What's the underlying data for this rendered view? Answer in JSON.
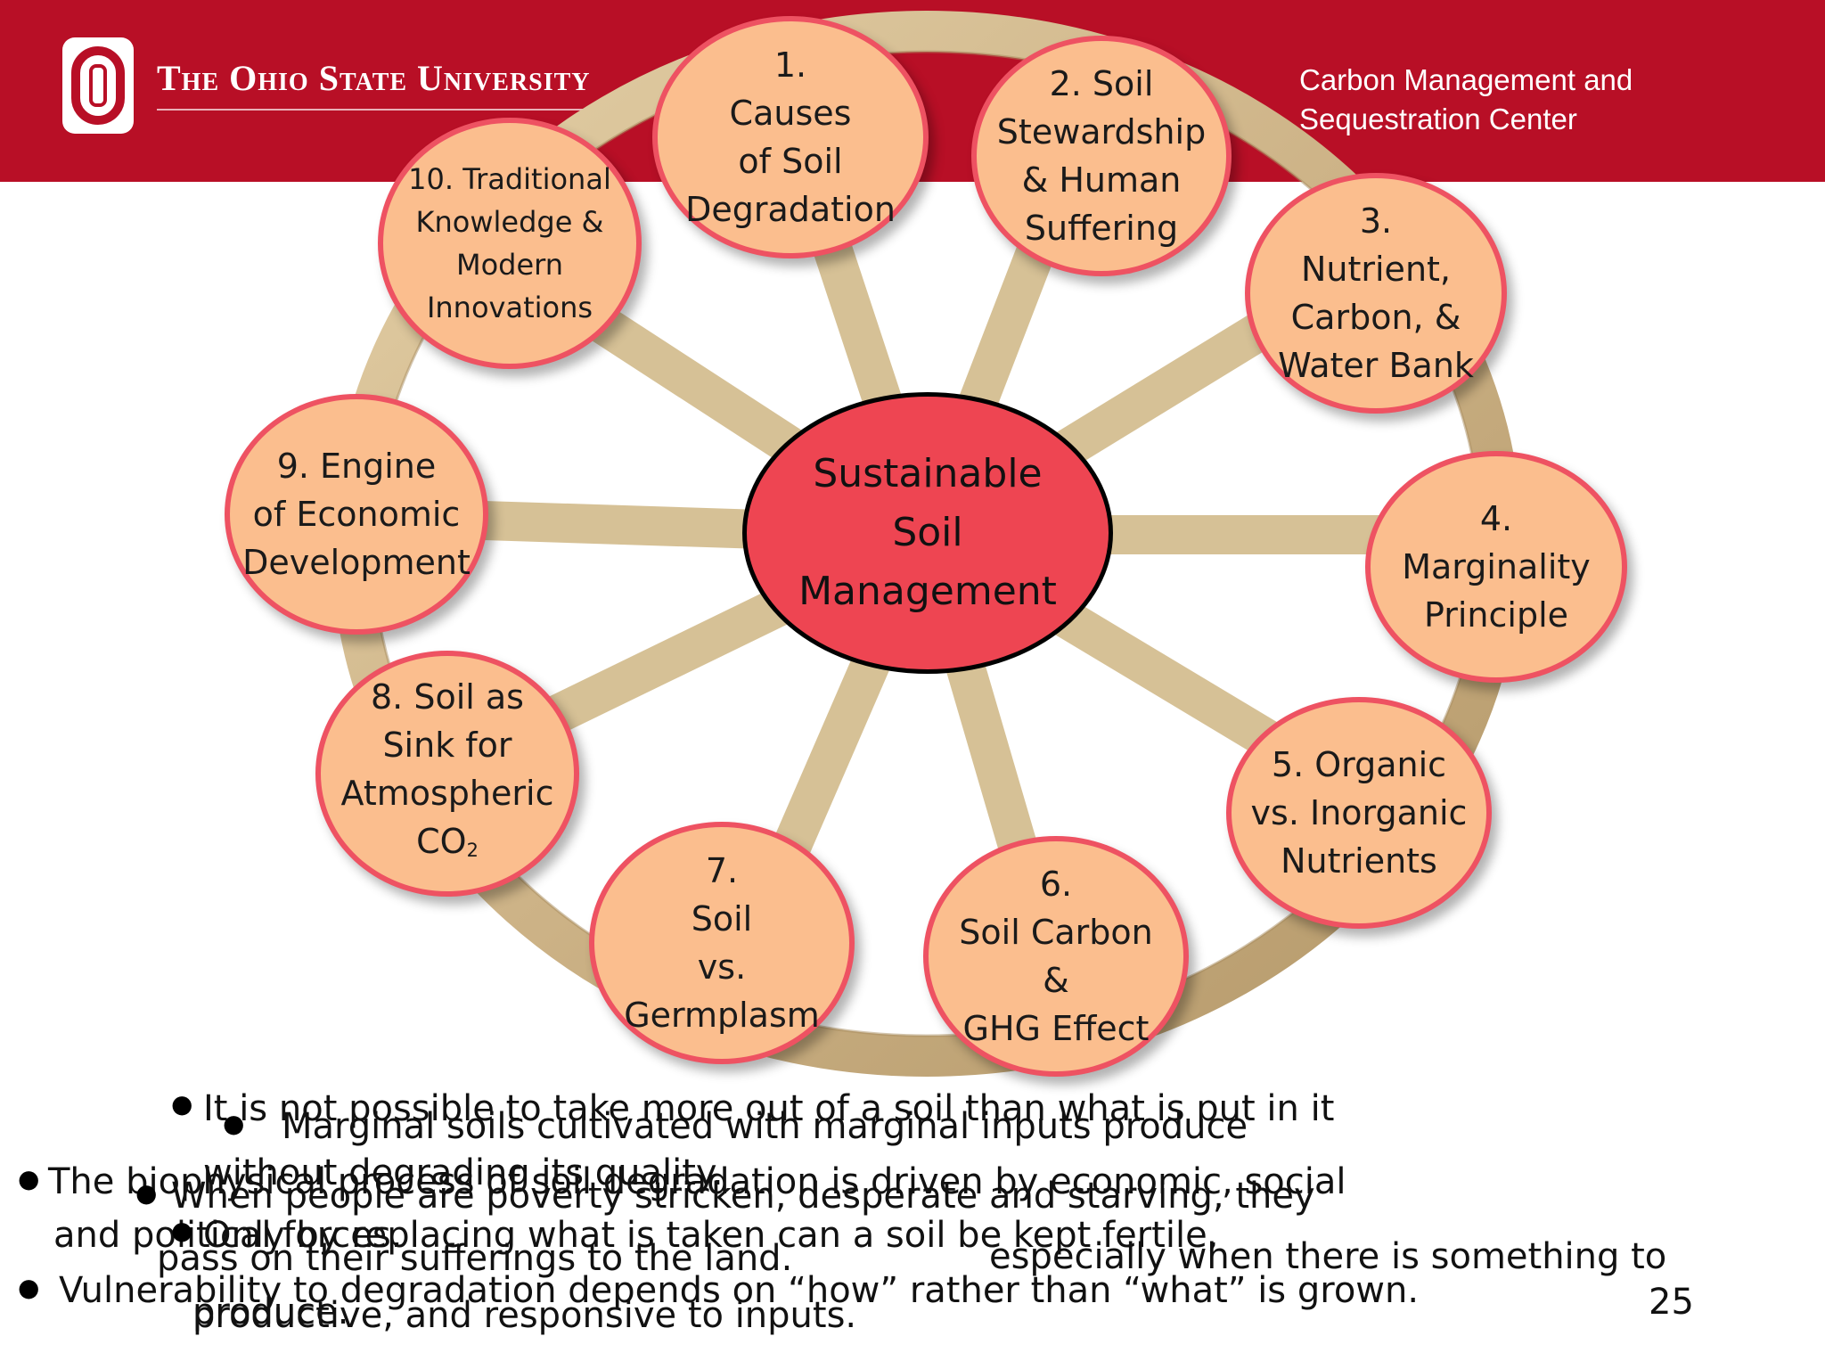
{
  "header": {
    "university": "The Ohio State University",
    "center_line1": "Carbon Management and",
    "center_line2": "Sequestration Center",
    "brand_color": "#b80f26"
  },
  "diagram": {
    "hub": "Sustainable\nSoil\nManagement",
    "nodes": [
      {
        "id": 1,
        "label": "1.\nCauses\nof Soil\nDegradation"
      },
      {
        "id": 2,
        "label": "2. Soil\nStewardship\n& Human\nSuffering"
      },
      {
        "id": 3,
        "label": "3.\nNutrient,\nCarbon, &\nWater Bank"
      },
      {
        "id": 4,
        "label": "4.\nMarginality\nPrinciple"
      },
      {
        "id": 5,
        "label": "5. Organic\nvs. Inorganic\nNutrients"
      },
      {
        "id": 6,
        "label": "6.\nSoil Carbon\n&\nGHG Effect"
      },
      {
        "id": 7,
        "label": "7.\nSoil\nvs.\nGermplasm"
      },
      {
        "id": 8,
        "label": "8. Soil as\nSink for\nAtmospheric\nCO",
        "sub": "2"
      },
      {
        "id": 9,
        "label": "9. Engine\nof Economic\nDevelopment"
      },
      {
        "id": 10,
        "label": "10. Traditional\nKnowledge &\nModern\nInnovations"
      }
    ],
    "node_fill": "#fbbe8e",
    "node_border": "#ee5262",
    "hub_fill": "#ee4552"
  },
  "bullets": [
    {
      "text": "It is not possible to take more out of a soil than what is put in it"
    },
    {
      "text": "Marginal soils cultivated with marginal inputs produce"
    },
    {
      "text": "The biophysical process of soil degradation is driven by economic, social"
    },
    {
      "text": "without degrading its quality."
    },
    {
      "text": "When people are poverty stricken, desperate and starving, they"
    },
    {
      "text": "and political forces."
    },
    {
      "text": "Only by replacing what is taken can a soil be kept  fertile,"
    },
    {
      "text": "pass on their sufferings to the land."
    },
    {
      "text": "especially when there is something to"
    },
    {
      "text": "Vulnerability to degradation depends on “how” rather than “what” is grown."
    },
    {
      "text": "produce."
    },
    {
      "text": "productive, and responsive to inputs."
    }
  ],
  "page_number": "25"
}
